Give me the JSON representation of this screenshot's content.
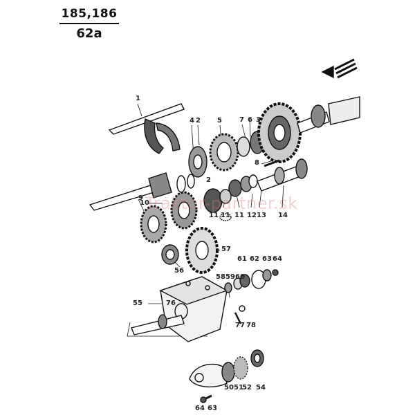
{
  "header": {
    "models": "185,186",
    "page": "62a"
  },
  "watermark": "Traktor-partner.sk",
  "callouts": {
    "c1": "1",
    "c2a": "2",
    "c2b": "2",
    "c3": "3",
    "c4": "4",
    "c5": "5",
    "c6": "6",
    "c7": "7",
    "c8": "8",
    "c9": "9",
    "c10": "10",
    "c11a": "11",
    "c11b": "11",
    "c11c": "11",
    "c12": "12",
    "c13": "13",
    "c14": "14",
    "c50": "50",
    "c51": "51",
    "c52": "52",
    "c54": "54",
    "c55": "55",
    "c56": "56",
    "c57": "57",
    "c58": "58",
    "c59": "59",
    "c60": "60",
    "c61": "61",
    "c62": "62",
    "c63a": "63",
    "c63b": "63",
    "c64a": "64",
    "c64b": "64",
    "c76": "76",
    "c77": "77",
    "c78": "78"
  },
  "colors": {
    "ink": "#111111",
    "watermark": "#e07878"
  }
}
